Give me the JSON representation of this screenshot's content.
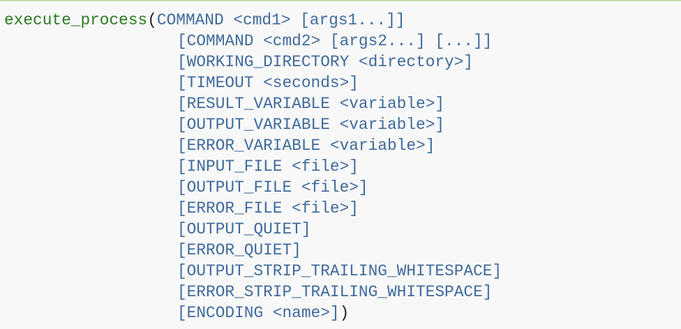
{
  "code": {
    "function_name": "execute_process",
    "open_paren": "(",
    "close_paren": ")",
    "first_arg": "COMMAND <cmd1> [args1...]]",
    "args": [
      "[COMMAND <cmd2> [args2...] [...]]",
      "[WORKING_DIRECTORY <directory>]",
      "[TIMEOUT <seconds>]",
      "[RESULT_VARIABLE <variable>]",
      "[OUTPUT_VARIABLE <variable>]",
      "[ERROR_VARIABLE <variable>]",
      "[INPUT_FILE <file>]",
      "[OUTPUT_FILE <file>]",
      "[ERROR_FILE <file>]",
      "[OUTPUT_QUIET]",
      "[ERROR_QUIET]",
      "[OUTPUT_STRIP_TRAILING_WHITESPACE]",
      "[ERROR_STRIP_TRAILING_WHITESPACE]",
      "[ENCODING <name>]"
    ]
  },
  "colors": {
    "function_name": "#2c7a22",
    "argument": "#3f6a9c",
    "background": "#f8f8f8",
    "top_border": "#c6dcae"
  }
}
